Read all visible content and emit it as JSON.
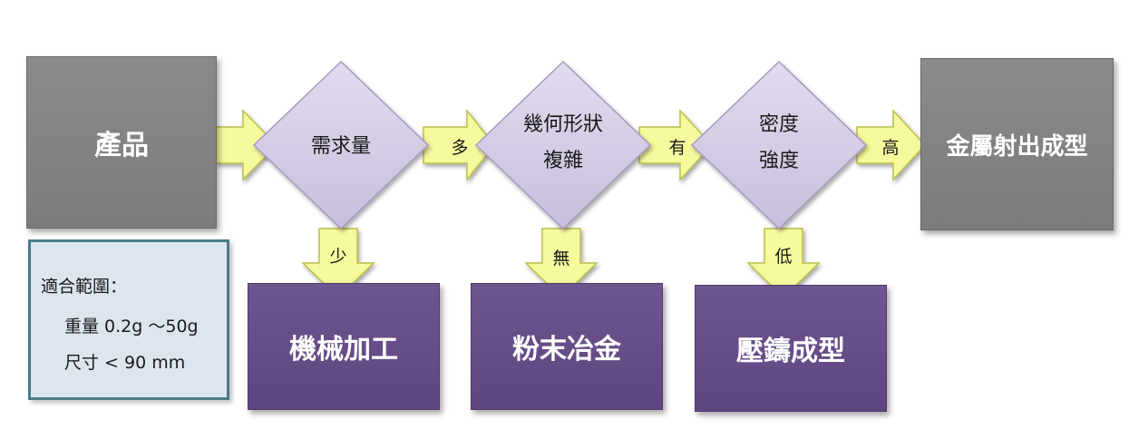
{
  "nodes": {
    "product": "產品",
    "mim": "金屬射出成型",
    "machining": "機械加工",
    "powder_metallurgy": "粉末冶金",
    "die_casting": "壓鑄成型"
  },
  "decisions": {
    "demand": "需求量",
    "geometry": [
      "幾何形狀",
      "複雜"
    ],
    "density": [
      "密度",
      "強度"
    ]
  },
  "edges": {
    "demand_high": "多",
    "demand_low": "少",
    "geometry_yes": "有",
    "geometry_no": "無",
    "density_high": "高",
    "density_low": "低"
  },
  "note": {
    "title": "適合範圍：",
    "weight": "重量 0.2g ～50g",
    "size": "尺寸 < 90 mm"
  },
  "colors": {
    "gray_box": "#808080",
    "purple_box": "#654b86",
    "diamond_fill": "#d6cce6",
    "arrow_fill": "#f5fa9c",
    "note_fill": "#dde5ef",
    "note_border": "#4a7c8a"
  }
}
